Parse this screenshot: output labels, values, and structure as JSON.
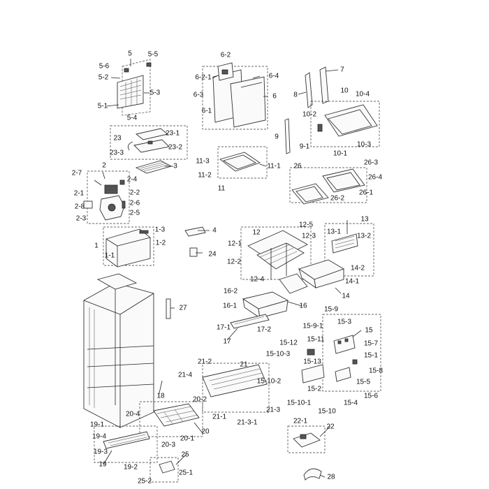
{
  "callouts": [
    "5",
    "5-5",
    "5-6",
    "5-2",
    "5-3",
    "5-1",
    "5-4",
    "6-2",
    "6-2-1",
    "6-4",
    "6-3",
    "6",
    "6-1",
    "7",
    "8",
    "10",
    "10-4",
    "10-2",
    "10-3",
    "9",
    "9-1",
    "23",
    "23-1",
    "23-2",
    "23-3",
    "3",
    "2-7",
    "2",
    "2-4",
    "2-2",
    "2-1",
    "2-6",
    "2-8",
    "2-5",
    "2-3",
    "11-3",
    "11-1",
    "11-2",
    "11",
    "10-1",
    "26",
    "26-3",
    "26-4",
    "26-1",
    "26-2",
    "1-3",
    "1-2",
    "1",
    "1-1",
    "4",
    "24",
    "12",
    "12-5",
    "12-3",
    "12-1",
    "12-2",
    "12-4",
    "13",
    "13-1",
    "13-2",
    "14-2",
    "14-1",
    "14",
    "16-2",
    "16-1",
    "16",
    "17-1",
    "17-2",
    "17",
    "27",
    "15-9",
    "15-9-1",
    "15-3",
    "15",
    "15-11",
    "15-7",
    "15-12",
    "15-1",
    "15-10-3",
    "15-13",
    "15-8",
    "15-10-2",
    "15-2",
    "15-5",
    "15-6",
    "15-10-1",
    "15-4",
    "15-10",
    "21-2",
    "21",
    "21-4",
    "18",
    "20-2",
    "21-3",
    "21-1",
    "21-3-1",
    "20-4",
    "20",
    "20-3",
    "20-1",
    "19-1",
    "19-4",
    "19-3",
    "19",
    "19-2",
    "25",
    "25-1",
    "25-2",
    "22-1",
    "22",
    "28"
  ]
}
